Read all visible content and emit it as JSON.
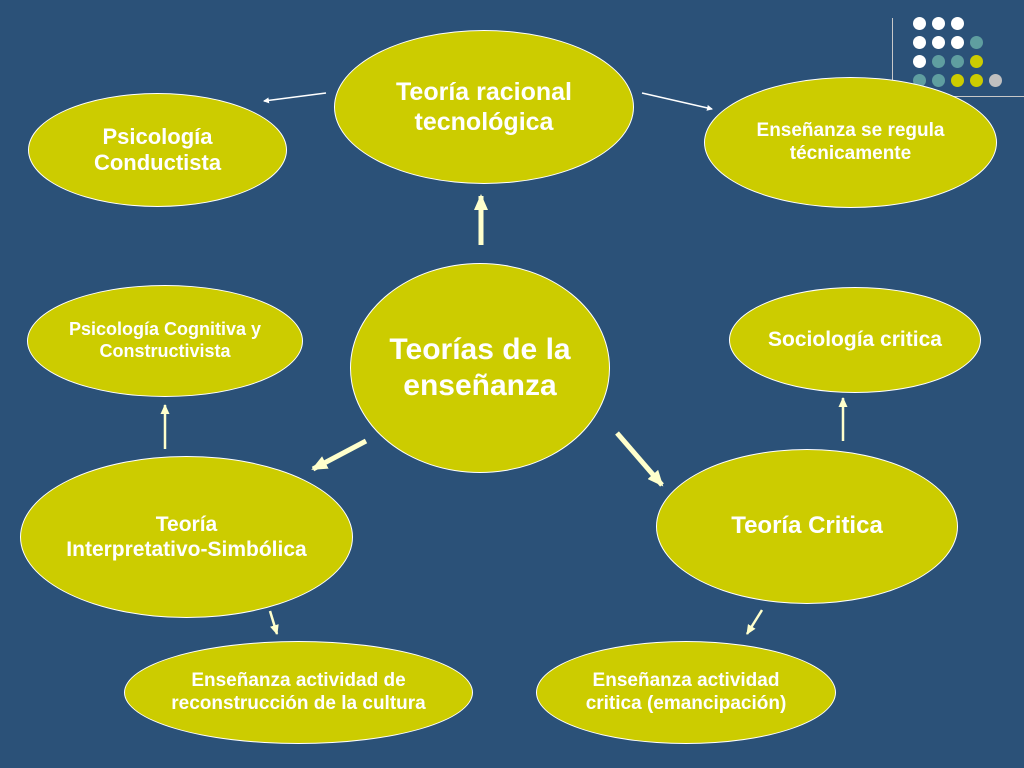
{
  "colors": {
    "background": "#2b5178",
    "node_fill": "#cccc00",
    "node_border": "#ffffff",
    "text": "#ffffff",
    "arrow": "#ffffcc",
    "deco_white": "#ffffff",
    "deco_teal": "#5f9ea0",
    "deco_yellow": "#cccc00",
    "deco_gray": "#c0c0c0"
  },
  "decoration": {
    "dot_colors": [
      [
        "white",
        "white",
        "white",
        null
      ],
      [
        "white",
        "white",
        "white",
        "teal"
      ],
      [
        "white",
        "teal",
        "teal",
        "yellow"
      ],
      [
        "teal",
        "teal",
        "yellow",
        "yellow",
        "gray"
      ]
    ]
  },
  "nodes": {
    "central": "Teorías de la\nenseñanza",
    "racional": "Teoría racional\ntecnológica",
    "conductista": "Psicología\nConductista",
    "regula": "Enseñanza se regula\ntécnicamente",
    "cognitiva": "Psicología Cognitiva y\nConstructivista",
    "sociologia": "Sociología critica",
    "interpretativo": "Teoría\nInterpretativo-Simbólica",
    "critica": "Teoría Critica",
    "reconstruccion": "Enseñanza actividad de\nreconstrucción de la cultura",
    "emancipacion": "Enseñanza actividad\ncritica (emancipación)"
  }
}
